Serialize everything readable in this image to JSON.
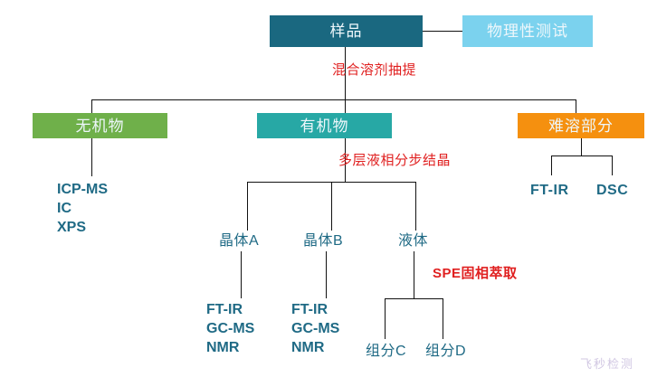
{
  "diagram": {
    "title_nodes": {
      "sample": "样品",
      "physical_test": "物理性测试",
      "inorganic": "无机物",
      "organic": "有机物",
      "insoluble": "难溶部分"
    },
    "sub_nodes": {
      "crystal_a": "晶体A",
      "crystal_b": "晶体B",
      "liquid": "液体",
      "component_c": "组分C",
      "component_d": "组分D"
    },
    "annotations": {
      "extraction": "混合溶剂抽提",
      "crystallization": "多层液相分步结晶",
      "spe": "SPE固相萃取"
    },
    "technique_lists": {
      "inorganic": [
        "ICP-MS",
        "IC",
        "XPS"
      ],
      "insoluble_ftir": "FT-IR",
      "insoluble_dsc": "DSC",
      "crystal_a": [
        "FT-IR",
        "GC-MS",
        "NMR"
      ],
      "crystal_b": [
        "FT-IR",
        "GC-MS",
        "NMR"
      ]
    },
    "watermark": "飞秒检测",
    "colors": {
      "sample": "#1a6880",
      "physical_test": "#7bd2ee",
      "inorganic": "#6fb04a",
      "organic": "#27a8a5",
      "insoluble": "#f5900f",
      "text_teal": "#1f6a85",
      "annotation_red": "#e02020",
      "connector": "#111111"
    }
  }
}
